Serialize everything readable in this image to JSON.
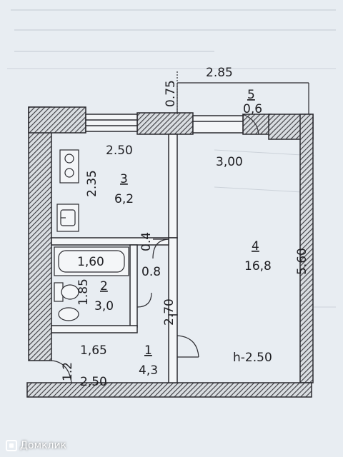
{
  "plan": {
    "rooms": [
      {
        "number": "1",
        "area": "4,3"
      },
      {
        "number": "2",
        "area": "3,0"
      },
      {
        "number": "3",
        "area": "6,2"
      },
      {
        "number": "4",
        "area": "16,8"
      },
      {
        "number": "5",
        "area": "0,6"
      }
    ],
    "dimensions": {
      "balcony_width": "2.85",
      "balcony_depth": "0.75",
      "kitchen_width": "2.50",
      "kitchen_length": "2.35",
      "room4_width": "3,00",
      "room4_length": "5.60",
      "bath_width": "1,60",
      "bath_length": "1.85",
      "wc_gap_a": "0.4",
      "wc_gap_b": "0.8",
      "corridor_length": "2.70",
      "hall_width": "1,65",
      "hall_bottom": "2,50",
      "entry": "1.2"
    },
    "ceiling_height": "h-2.50"
  },
  "watermark": {
    "brand": "Домклик"
  }
}
